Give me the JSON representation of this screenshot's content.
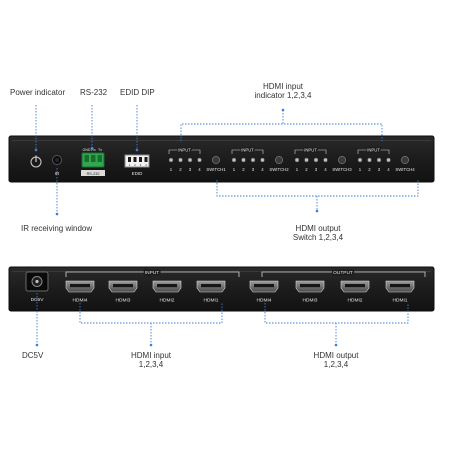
{
  "front_panel": {
    "callouts": {
      "power_indicator": "Power indicator",
      "rs232": "RS-232",
      "edid_dip": "EDID DIP",
      "hdmi_input_indicator_line1": "HDMI input",
      "hdmi_input_indicator_line2": "indicator 1,2,3,4",
      "ir_receiving_window": "IR receiving window",
      "hdmi_output_switch_line1": "HDMI output",
      "hdmi_output_switch_line2": "Switch 1,2,3,4"
    },
    "labels": {
      "ir": "IR",
      "rs232_pins": [
        "GND",
        "Rx",
        "Tx"
      ],
      "rs232_badge": "RS-232",
      "edid": "EDID",
      "edid_switch_numbers": [
        "1",
        "2",
        "3",
        "4"
      ]
    },
    "switch_groups": [
      {
        "header": "INPUT",
        "leds": [
          "1",
          "2",
          "3",
          "4"
        ],
        "button_label": "SWITCH1"
      },
      {
        "header": "INPUT",
        "leds": [
          "1",
          "2",
          "3",
          "4"
        ],
        "button_label": "SWITCH2"
      },
      {
        "header": "INPUT",
        "leds": [
          "1",
          "2",
          "3",
          "4"
        ],
        "button_label": "SWITCH3"
      },
      {
        "header": "INPUT",
        "leds": [
          "1",
          "2",
          "3",
          "4"
        ],
        "button_label": "SWITCH4"
      }
    ]
  },
  "rear_panel": {
    "power_label": "DC5V",
    "input_header": "INPUT",
    "output_header": "OUTPUT",
    "input_ports": [
      "HDMI4",
      "HDMI3",
      "HDMI2",
      "HDMI1"
    ],
    "output_ports": [
      "HDMI4",
      "HDMI3",
      "HDMI2",
      "HDMI1"
    ],
    "callouts": {
      "dc5v": "DC5V",
      "hdmi_input_line1": "HDMI input",
      "hdmi_input_line2": "1,2,3,4",
      "hdmi_output_line1": "HDMI output",
      "hdmi_output_line2": "1,2,3,4"
    }
  },
  "colors": {
    "panel": "#1f1f1f",
    "panel_edge": "#0c0c0c",
    "leader": "#3b7dd8",
    "terminal": "#2fa84f"
  }
}
